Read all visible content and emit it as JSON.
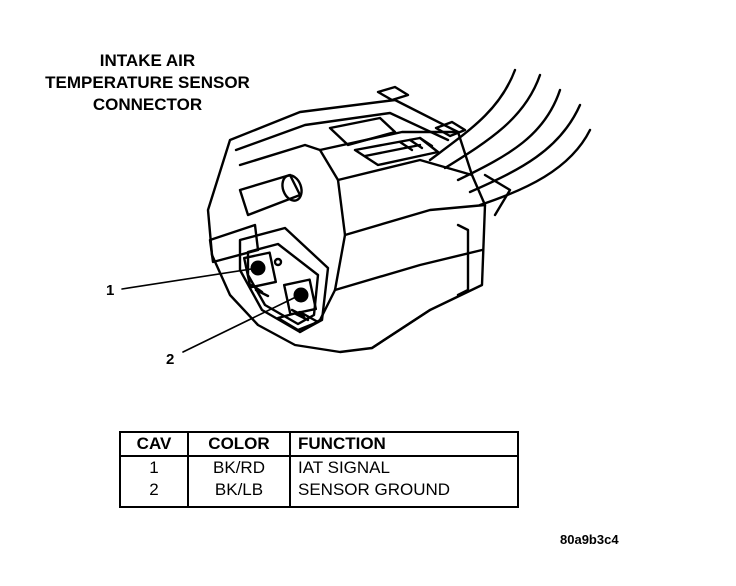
{
  "title": {
    "line1": "INTAKE AIR",
    "line2": "TEMPERATURE SENSOR",
    "line3": "CONNECTOR"
  },
  "callouts": [
    "1",
    "2"
  ],
  "table": {
    "headers": {
      "cav": "CAV",
      "color": "COLOR",
      "function": "FUNCTION"
    },
    "rows": [
      {
        "cav": "1",
        "color": "BK/RD",
        "function": "IAT SIGNAL"
      },
      {
        "cav": "2",
        "color": "BK/LB",
        "function": "SENSOR GROUND"
      }
    ]
  },
  "figure_code": "80a9b3c4"
}
